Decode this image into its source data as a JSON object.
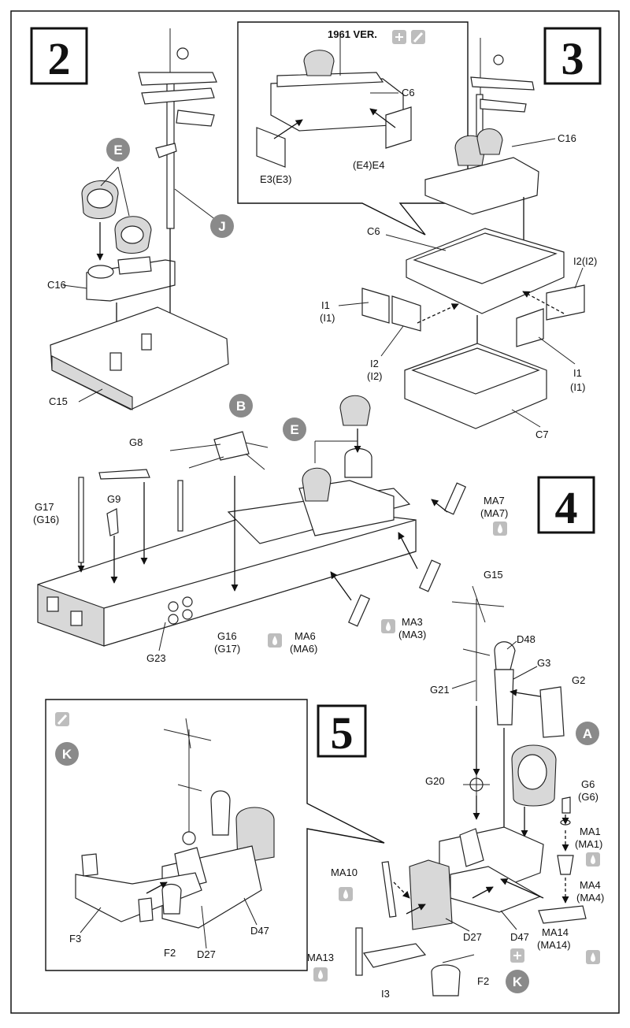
{
  "colors": {
    "ink": "#111111",
    "callout_fill": "#8a8a8a",
    "paint_icon": "#bdbdbd"
  },
  "steps": {
    "s2": "2",
    "s3": "3",
    "s4": "4",
    "s5": "5"
  },
  "version_note": "1961 VER.",
  "callouts": {
    "E_top": "E",
    "J": "J",
    "B": "B",
    "E_mid": "E",
    "A": "A",
    "K_inset": "K",
    "K_bottom": "K"
  },
  "icons": [
    "glue-icon",
    "paint-icon",
    "paint-drop-icon"
  ],
  "labels": {
    "c16_s2": "C16",
    "c15": "C15",
    "c6_inset": "C6",
    "e3": "E3(E3)",
    "e4": "(E4)E4",
    "c16_s3": "C16",
    "c6_s3": "C6",
    "i1_l": "I1",
    "i1_l2": "(I1)",
    "i2_l": "I2",
    "i2_l2": "(I2)",
    "i2_r": "I2(I2)",
    "i1_r": "I1",
    "i1_r2": "(I1)",
    "c7": "C7",
    "g8": "G8",
    "g9": "G9",
    "g17": "G17",
    "g17b": "(G16)",
    "g23": "G23",
    "g16": "G16",
    "g16b": "(G17)",
    "ma6": "MA6",
    "ma6b": "(MA6)",
    "ma3": "MA3",
    "ma3b": "(MA3)",
    "ma7": "MA7",
    "ma7b": "(MA7)",
    "g15": "G15",
    "d48": "D48",
    "g3": "G3",
    "g2": "G2",
    "g21": "G21",
    "g20": "G20",
    "g6": "G6",
    "g6b": "(G6)",
    "ma1": "MA1",
    "ma1b": "(MA1)",
    "ma4": "MA4",
    "ma4b": "(MA4)",
    "ma14": "MA14",
    "ma14b": "(MA14)",
    "ma10": "MA10",
    "ma13": "MA13",
    "d27": "D27",
    "d47": "D47",
    "i3": "I3",
    "f2": "F2",
    "f3_inset": "F3",
    "f2_inset": "F2",
    "d27_inset": "D27",
    "d47_inset": "D47"
  }
}
